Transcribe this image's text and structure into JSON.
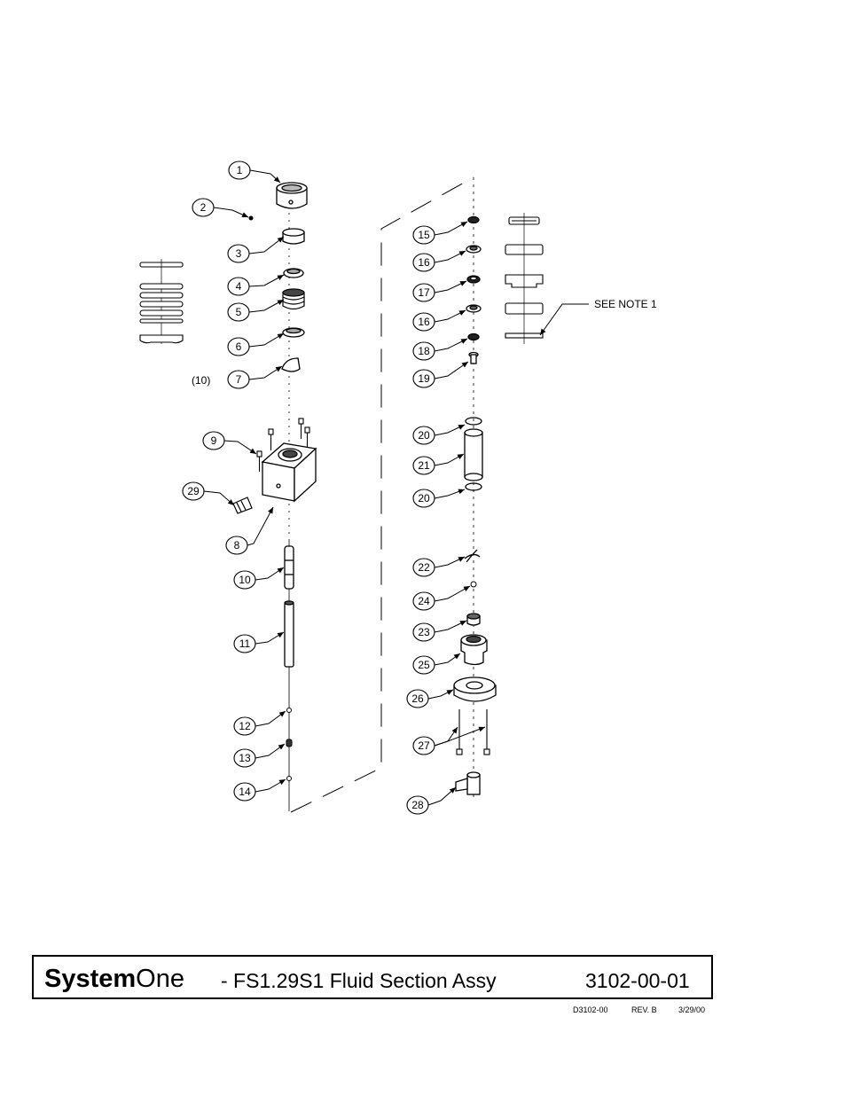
{
  "callouts": [
    "1",
    "2",
    "3",
    "4",
    "5",
    "6",
    "7",
    "9",
    "29",
    "8",
    "10",
    "11",
    "12",
    "13",
    "14",
    "15",
    "16",
    "17",
    "16",
    "18",
    "19",
    "20",
    "21",
    "20",
    "22",
    "24",
    "23",
    "25",
    "26",
    "27",
    "28"
  ],
  "ref_label": "(10)",
  "note": "SEE NOTE 1",
  "title_block": {
    "brand_bold": "System",
    "brand_light": "One",
    "title": "- FS1.29S1 Fluid Section Assy",
    "part_number": "3102-00-01"
  },
  "footer": {
    "drawing_no": "D3102-00",
    "revision": "REV. B",
    "date": "3/29/00"
  }
}
